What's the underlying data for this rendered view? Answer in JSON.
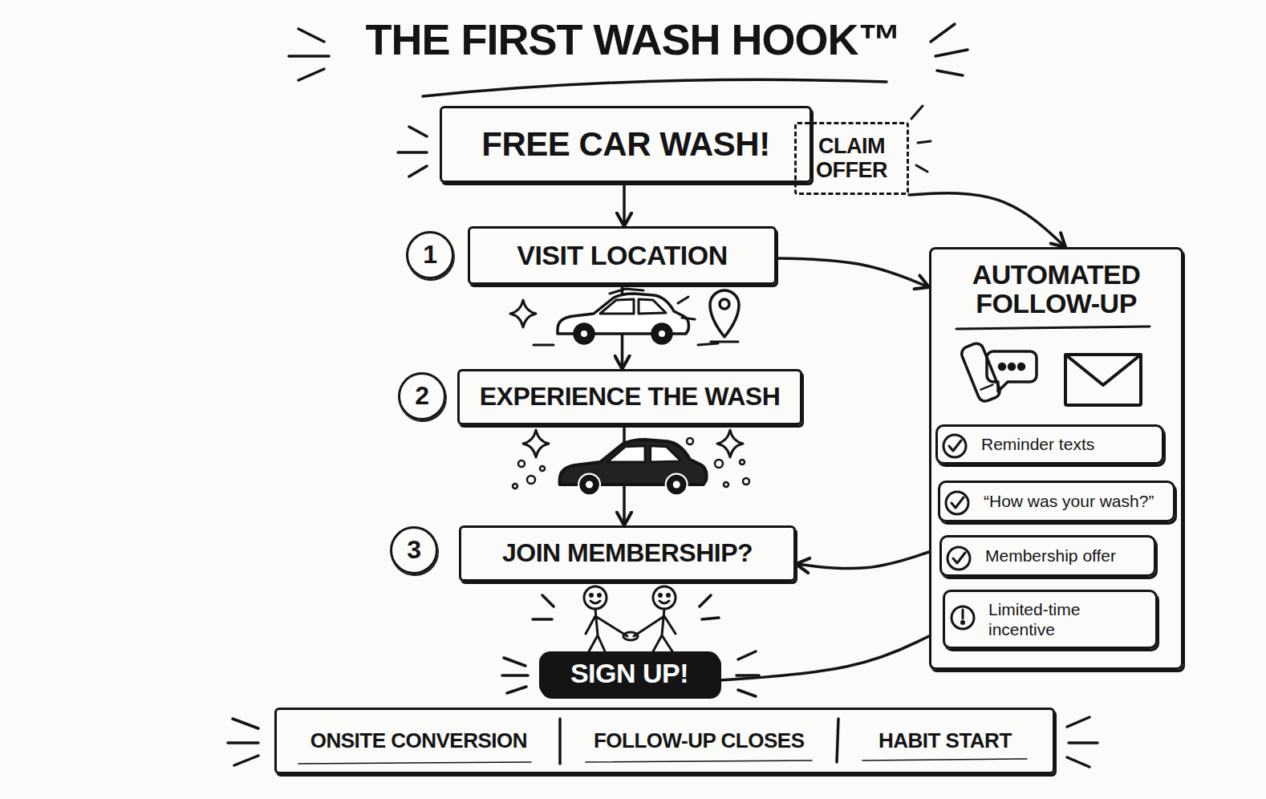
{
  "diagram": {
    "title": "THE FIRST WASH HOOK™",
    "nodes": [
      {
        "text": [
          "FREE CAR WASH!"
        ]
      },
      {
        "text": [
          "CLAIM OFFER"
        ]
      },
      {
        "text": [
          "1"
        ]
      },
      {
        "text": [
          "VISIT LOCATION"
        ]
      },
      {
        "text": [
          "AUTOMATED FOLLOW-UP"
        ]
      },
      {
        "text": [
          "Reminder texts"
        ],
        "in": 4
      },
      {
        "text": [
          "“How was your wash?”"
        ],
        "in": 4
      },
      {
        "text": [
          "Membership offer"
        ],
        "in": 4
      },
      {
        "text": [
          "Limited-time incentive"
        ],
        "in": 4
      },
      {
        "text": [
          "2"
        ]
      },
      {
        "text": [
          "EXPERIENCE THE WASH"
        ]
      },
      {
        "text": [
          "3"
        ]
      },
      {
        "text": [
          "JOIN MEMBERSHIP?"
        ]
      },
      {
        "text": [
          "SIGN UP!"
        ]
      },
      {
        "text": [
          "ONSITE CONVERSION",
          "FOLLOW-UP CLOSES",
          "HABIT START"
        ]
      }
    ],
    "edges": [
      {
        "from": 0,
        "to": 3,
        "arrow": "to"
      },
      {
        "from": 1,
        "to": 4,
        "arrow": "to"
      },
      {
        "from": 3,
        "to": 4,
        "arrow": "to"
      },
      {
        "from": 3,
        "to": 10,
        "arrow": "to"
      },
      {
        "from": 10,
        "to": 12,
        "arrow": "to"
      },
      {
        "from": 4,
        "to": 12,
        "arrow": "to"
      },
      {
        "from": 13,
        "to": 4,
        "arrow": "none"
      }
    ]
  }
}
